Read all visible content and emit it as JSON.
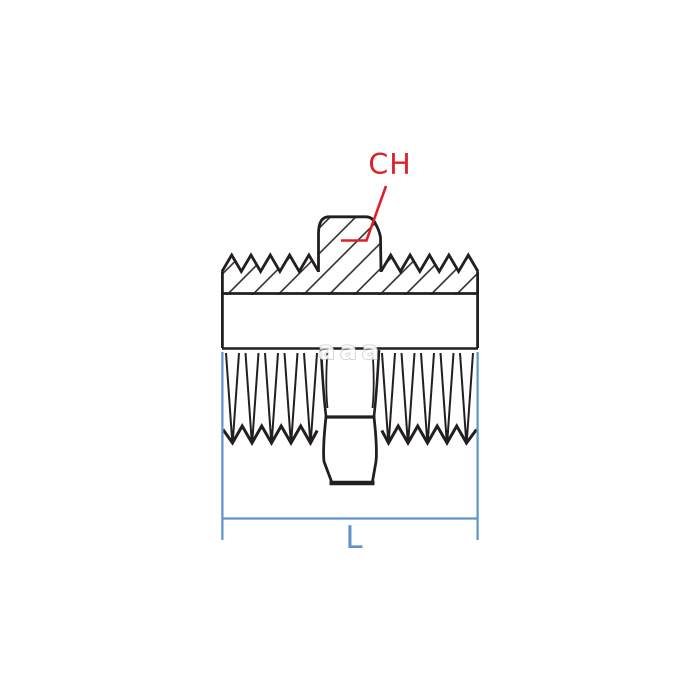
{
  "diagram": {
    "labels": {
      "hex_size": "CH",
      "length": "L"
    },
    "watermark": "aaa",
    "colors": {
      "outline": "#231f20",
      "hex_label_red": "#dd2127",
      "dimension_blue": "#5e93cc",
      "watermark_gray": "#c6c6c6",
      "background": "#ffffff"
    }
  }
}
